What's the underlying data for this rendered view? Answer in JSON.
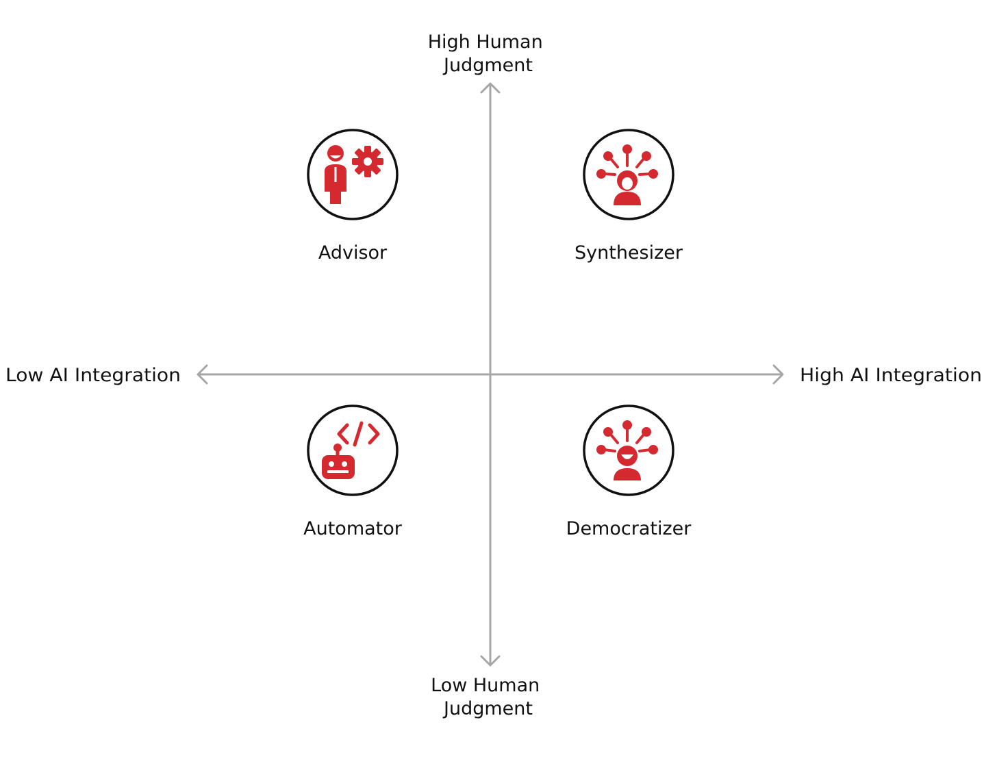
{
  "diagram": {
    "axes": {
      "top_label": [
        "High Human",
        "Judgment"
      ],
      "bottom_label": [
        "Low Human",
        "Judgment"
      ],
      "left_label": "Low AI Integration",
      "right_label": "High AI Integration"
    },
    "quadrants": [
      {
        "label": "Advisor",
        "icon": "person-gear-icon"
      },
      {
        "label": "Synthesizer",
        "icon": "woman-network-icon"
      },
      {
        "label": "Automator",
        "icon": "robot-code-icon"
      },
      {
        "label": "Democratizer",
        "icon": "smiling-person-network-icon"
      }
    ],
    "colors": {
      "accent": "#d42a2f",
      "axis": "#a6a6a6",
      "ring": "#111111",
      "text": "#111111"
    }
  }
}
